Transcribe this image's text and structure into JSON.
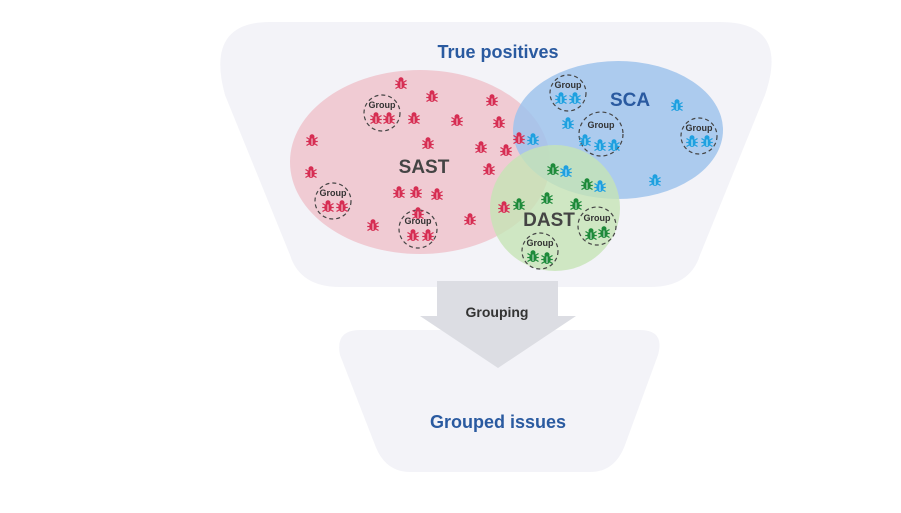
{
  "diagram": {
    "title_top": "True positives",
    "arrow_label": "Grouping",
    "title_bottom": "Grouped issues",
    "group_label": "Group",
    "sets": [
      {
        "label": "SAST",
        "color": "#d62e53",
        "fill": "#eec3cd"
      },
      {
        "label": "SCA",
        "color": "#2a5aa0",
        "fill": "#9fc3ec",
        "bug": "#1fa0e0"
      },
      {
        "label": "DAST",
        "color": "#333333",
        "fill": "#c6e3b5",
        "bug": "#1e8a3a"
      }
    ],
    "colors": {
      "funnel": "#f3f3f8",
      "arrow": "#dcdde3",
      "title": "#2a5aa0"
    }
  }
}
